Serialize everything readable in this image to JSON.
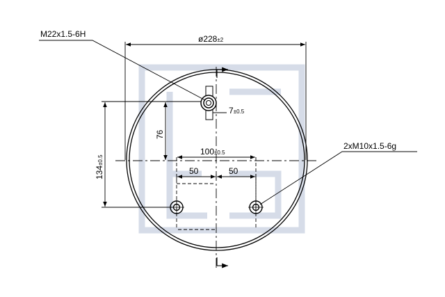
{
  "drawing": {
    "callouts": {
      "port_thread": "M22x1.5-6H",
      "mount_threads": "2xM10x1.5-6g"
    },
    "dimensions": {
      "diameter": {
        "main": "ø228",
        "tol": "±2"
      },
      "port_offset": {
        "main": "7",
        "tol": "±0.5"
      },
      "port_height": {
        "main": "76",
        "tol": ""
      },
      "bolt_spacing": {
        "main": "100",
        "tol": "±0.5"
      },
      "half_left": {
        "main": "50",
        "tol": ""
      },
      "half_right": {
        "main": "50",
        "tol": ""
      },
      "overall_height": {
        "main": "134",
        "tol": "±0.5"
      }
    },
    "colors": {
      "line": "#000000",
      "watermark": "#d6dce8"
    }
  }
}
